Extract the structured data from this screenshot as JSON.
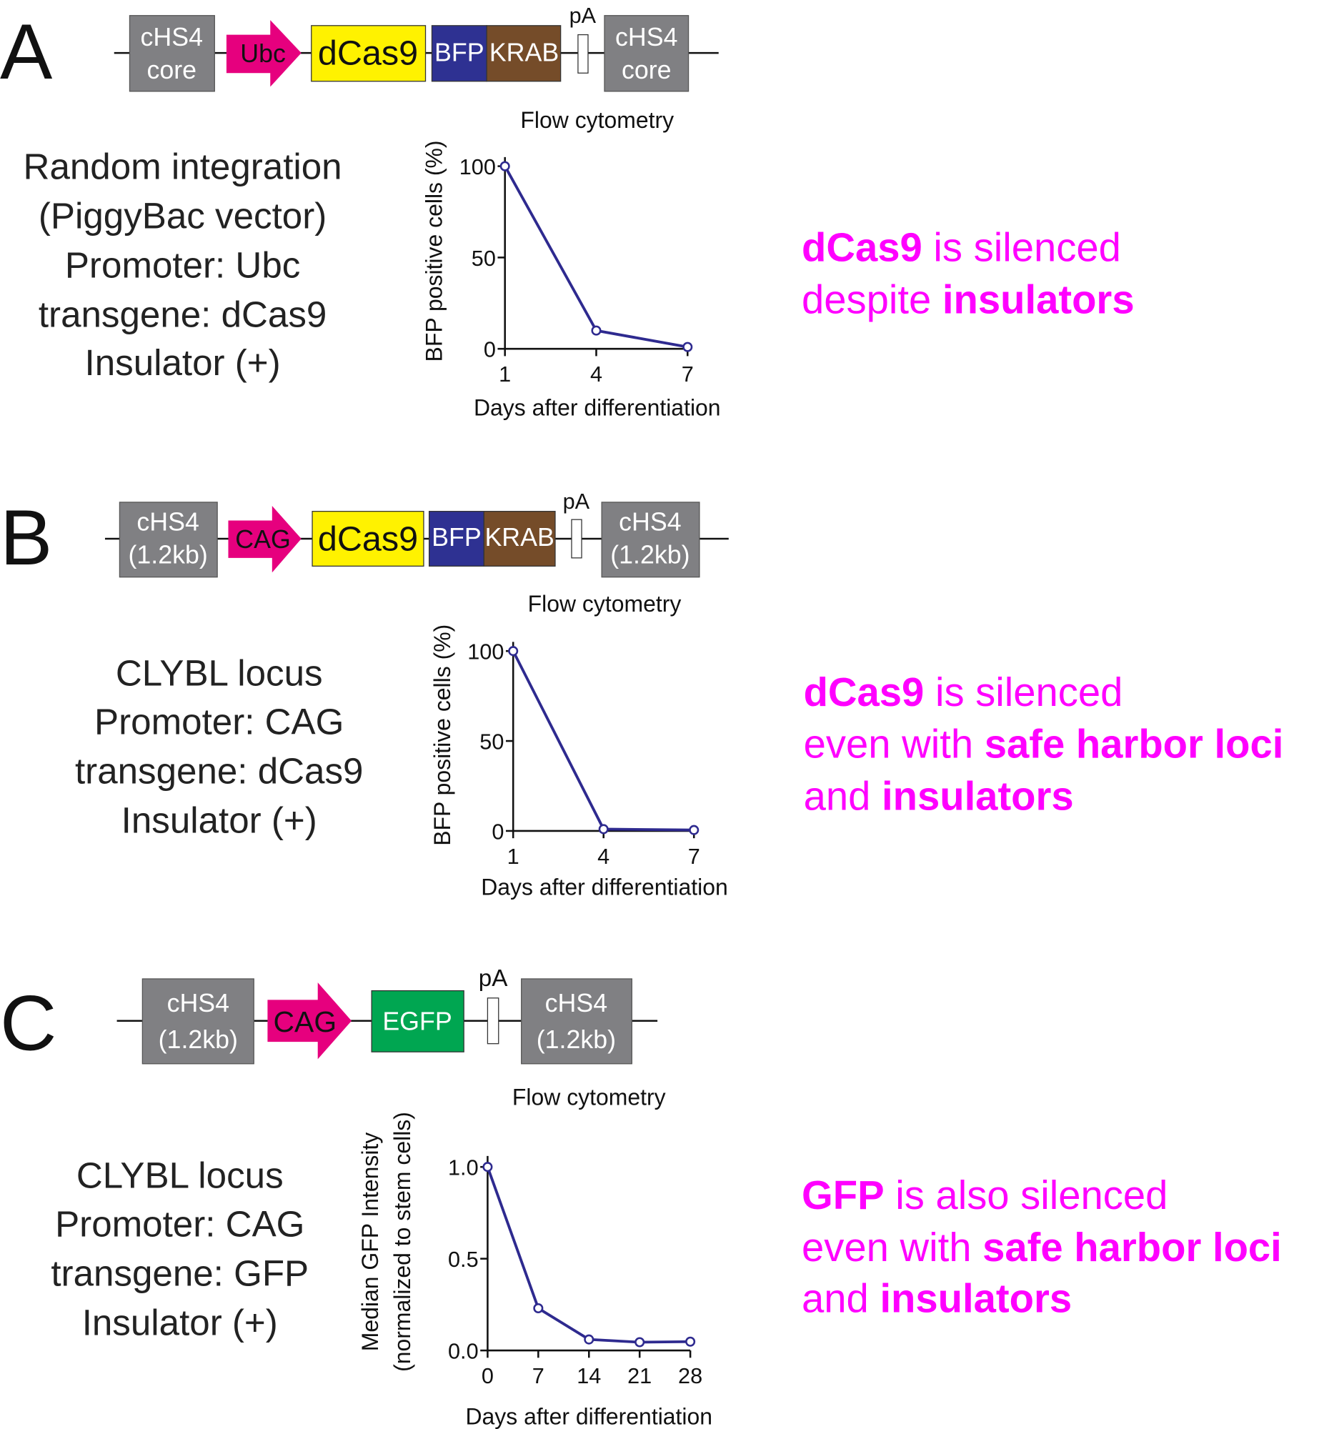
{
  "colors": {
    "insulator": "#808083",
    "promoter": "#e6007e",
    "dcas9": "#fff200",
    "bfp": "#2e3192",
    "krab": "#754c29",
    "egfp": "#00a651",
    "highlight": "#ff00ff",
    "line": "#2e2a8f"
  },
  "panels": [
    {
      "letter": "A",
      "construct": {
        "ins_left": [
          "cHS4",
          "core"
        ],
        "promoter": "Ubc",
        "gene": "dCas9",
        "bfp": "BFP",
        "krab": "KRAB",
        "pa": "pA",
        "ins_right": [
          "cHS4",
          "core"
        ]
      },
      "description": [
        "Random integration",
        "(PiggyBac vector)",
        "Promoter: Ubc",
        "transgene: dCas9",
        "Insulator (+)"
      ],
      "conclusion": {
        "l1b": "dCas9",
        "l1": " is silenced",
        "l2": "despite ",
        "l2b": "insulators"
      }
    },
    {
      "letter": "B",
      "construct": {
        "ins_left": [
          "cHS4",
          "(1.2kb)"
        ],
        "promoter": "CAG",
        "gene": "dCas9",
        "bfp": "BFP",
        "krab": "KRAB",
        "pa": "pA",
        "ins_right": [
          "cHS4",
          "(1.2kb)"
        ]
      },
      "description": [
        "CLYBL locus",
        "Promoter: CAG",
        "transgene: dCas9",
        "Insulator (+)"
      ],
      "conclusion": {
        "l1b": "dCas9",
        "l1": " is silenced",
        "l2": "even with ",
        "l2b": "safe harbor loci",
        "l3": "and ",
        "l3b": "insulators"
      }
    },
    {
      "letter": "C",
      "construct": {
        "ins_left": [
          "cHS4",
          "(1.2kb)"
        ],
        "promoter": "CAG",
        "gene": "EGFP",
        "pa": "pA",
        "ins_right": [
          "cHS4",
          "(1.2kb)"
        ]
      },
      "description": [
        "CLYBL locus",
        "Promoter: CAG",
        "transgene: GFP",
        "Insulator (+)"
      ],
      "conclusion": {
        "l1b": "GFP",
        "l1": " is also silenced",
        "l2": "even with ",
        "l2b": "safe harbor loci",
        "l3": "and ",
        "l3b": "insulators"
      }
    }
  ],
  "chart_data": [
    {
      "type": "line",
      "title": "Flow cytometry",
      "xlabel": "Days after differentiation",
      "ylabel": "BFP positive cells (%)",
      "x": [
        1,
        4,
        7
      ],
      "y": [
        100,
        10,
        1
      ],
      "xticks": [
        "1",
        "4",
        "7"
      ],
      "yticks": [
        "0",
        "50",
        "100"
      ],
      "ylim": [
        0,
        100
      ],
      "grid": false
    },
    {
      "type": "line",
      "title": "Flow cytometry",
      "xlabel": "Days after differentiation",
      "ylabel": "BFP positive cells (%)",
      "x": [
        1,
        4,
        7
      ],
      "y": [
        100,
        1,
        0.5
      ],
      "xticks": [
        "1",
        "4",
        "7"
      ],
      "yticks": [
        "0",
        "50",
        "100"
      ],
      "ylim": [
        0,
        100
      ],
      "grid": false
    },
    {
      "type": "line",
      "title": "Flow cytometry",
      "xlabel": "Days after differentiation",
      "ylabel": "Median GFP Intensity",
      "ylabel2": "(normalized to stem cells)",
      "x": [
        0,
        7,
        14,
        21,
        28
      ],
      "y": [
        1.0,
        0.23,
        0.06,
        0.045,
        0.048
      ],
      "xticks": [
        "0",
        "7",
        "14",
        "21",
        "28"
      ],
      "yticks": [
        "0.0",
        "0.5",
        "1.0"
      ],
      "ylim": [
        0,
        1
      ],
      "grid": false
    }
  ]
}
